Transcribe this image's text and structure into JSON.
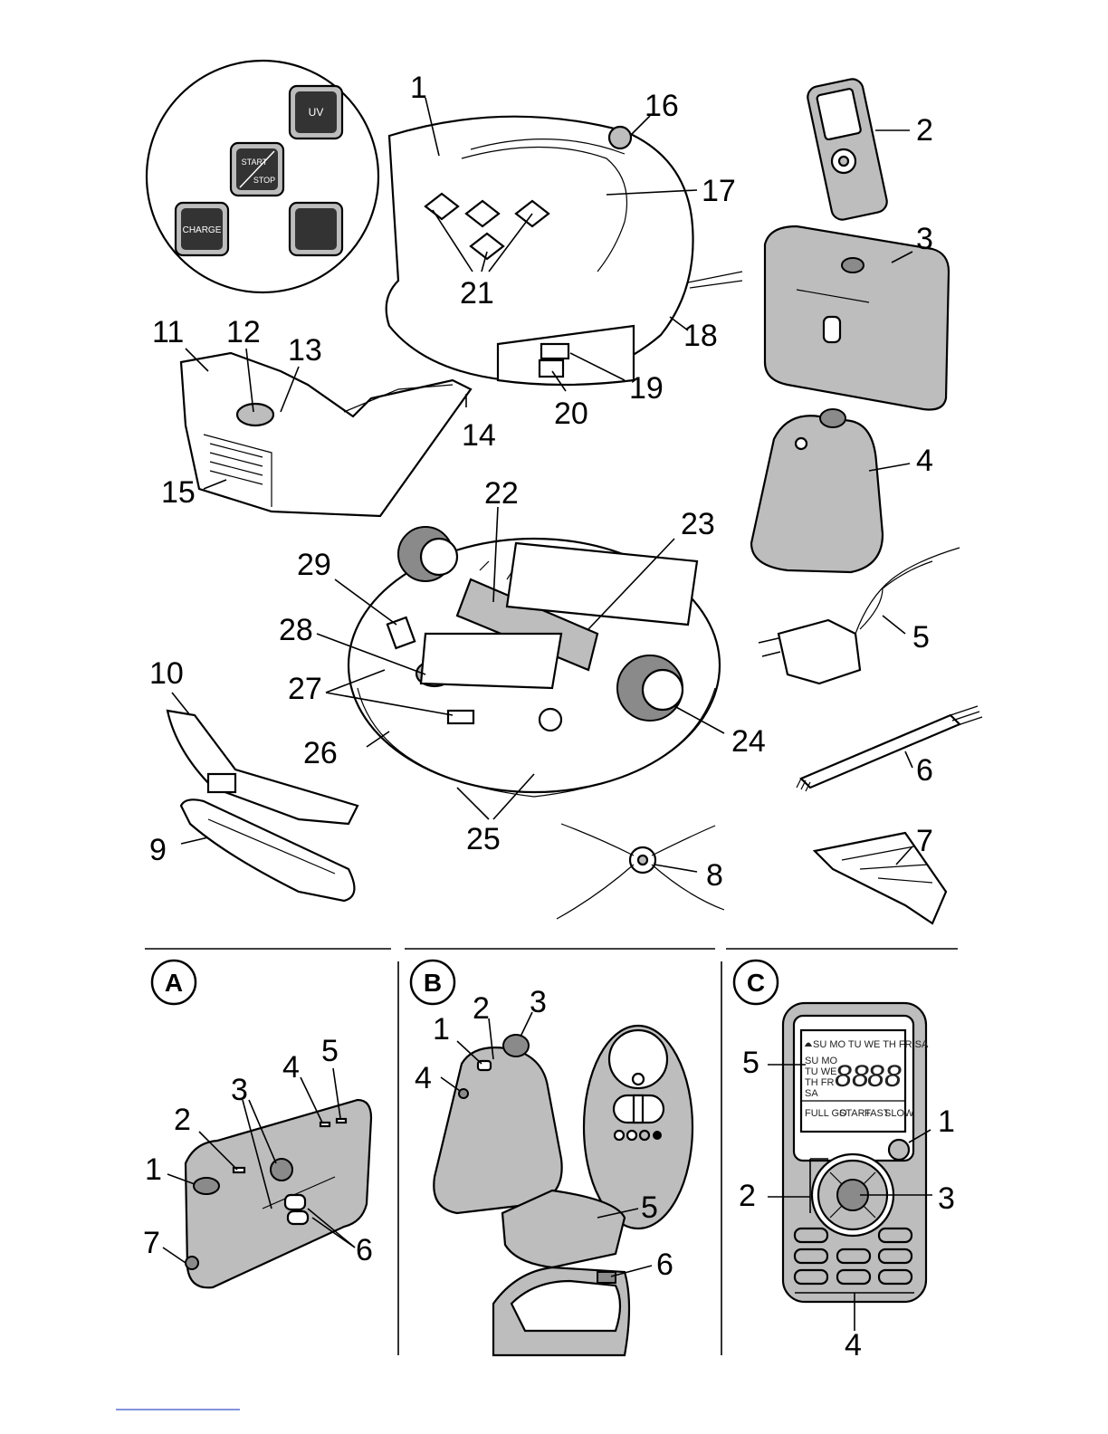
{
  "main_callouts": [
    "1",
    "2",
    "3",
    "4",
    "5",
    "6",
    "7",
    "8",
    "9",
    "10",
    "11",
    "12",
    "13",
    "14",
    "15",
    "16",
    "17",
    "18",
    "19",
    "20",
    "21",
    "22",
    "23",
    "24",
    "25",
    "26",
    "27",
    "28",
    "29"
  ],
  "control_panel": {
    "uv": "UV",
    "start": "START",
    "stop": "STOP",
    "charge": "CHARGE"
  },
  "panel_a": {
    "letter": "A",
    "callouts": [
      "1",
      "2",
      "3",
      "4",
      "5",
      "6",
      "7"
    ]
  },
  "panel_b": {
    "letter": "B",
    "callouts": [
      "1",
      "2",
      "3",
      "4",
      "5",
      "6"
    ]
  },
  "panel_c": {
    "letter": "C",
    "callouts": [
      "1",
      "2",
      "3",
      "4",
      "5"
    ],
    "lcd": {
      "days_top": "SU MO TU WE TH FR SA",
      "days_left_1": "SU MO",
      "days_left_2": "TU WE",
      "days_left_3": "TH FR",
      "days_left_4": "SA",
      "digits_left": "88",
      "digits_right": "88",
      "modes": [
        "FULL GO",
        "START",
        "FAST",
        "SLOW"
      ]
    }
  },
  "colors": {
    "line": "#000000",
    "shade": "#bdbdbd",
    "dark": "#8a8a8a"
  }
}
